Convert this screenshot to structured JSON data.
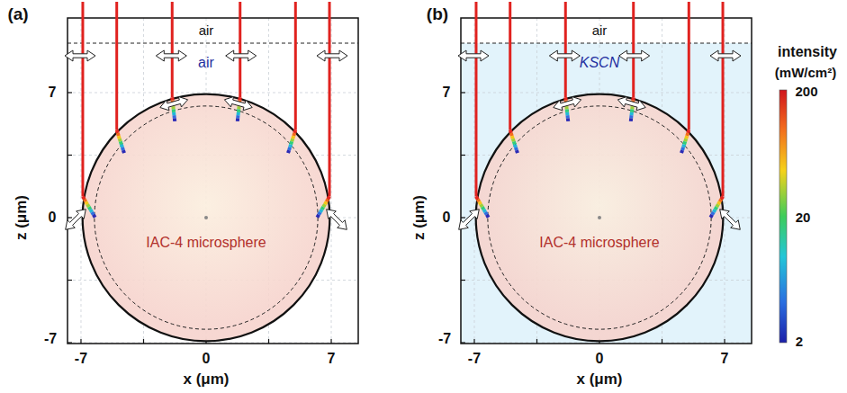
{
  "diagram": {
    "nodes": [
      {
        "text": [
          "IAC-4 microsphere"
        ]
      },
      {
        "text": [
          "IAC-4 microsphere"
        ]
      }
    ],
    "labels": [
      "(a)",
      "air",
      "air",
      "z (μm)",
      "7",
      "0",
      "-7",
      "-7",
      "0",
      "7",
      "x (μm)",
      "(b)",
      "air",
      "KSCN",
      "z (μm)",
      "7",
      "0",
      "-7",
      "-7",
      "0",
      "7",
      "x (μm)",
      "intensity",
      "(mW/cm²)",
      "200",
      "20",
      "2"
    ]
  }
}
